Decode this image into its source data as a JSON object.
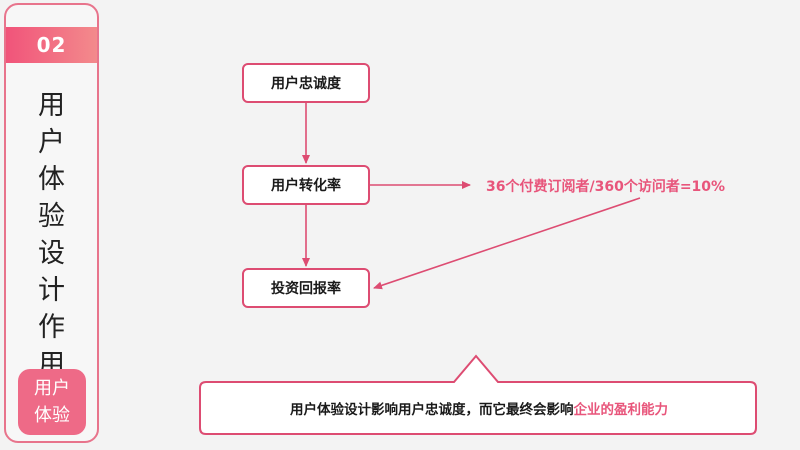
{
  "sidebar": {
    "section_number": "02",
    "title_chars": [
      "用",
      "户",
      "体",
      "验",
      "设",
      "计",
      "作",
      "用"
    ],
    "tag_lines": [
      "用户",
      "体验"
    ]
  },
  "diagram": {
    "nodes": {
      "loyalty": "用户忠诚度",
      "conversion": "用户转化率",
      "roi": "投资回报率"
    },
    "formula": "36个付费订阅者/360个访问者=10%",
    "callout": {
      "text": "用户体验设计影响用户忠诚度，而它最终会影响",
      "highlight": "企业的盈利能力"
    }
  },
  "colors": {
    "accent": "#e8557b",
    "border": "#dd4c72",
    "badge": "#ee6a87"
  }
}
